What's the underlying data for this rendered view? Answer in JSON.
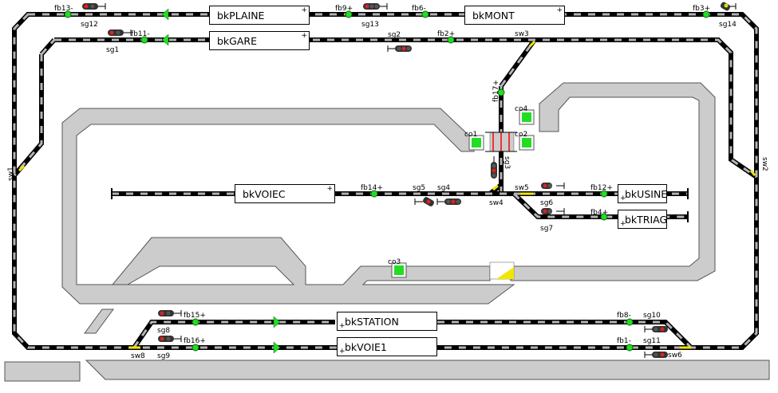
{
  "blocks": {
    "bkPLAINE": {
      "name": "bkPLAINE",
      "marker": "+"
    },
    "bkMONT": {
      "name": "bkMONT",
      "marker": "+"
    },
    "bkGARE": {
      "name": "bkGARE",
      "marker": "+"
    },
    "bkVOIEC": {
      "name": "bkVOIEC",
      "marker": "+"
    },
    "bkUSINE": {
      "name": "bkUSINE",
      "marker": "+"
    },
    "bkTRIAG": {
      "name": "bkTRIAG",
      "marker": "+"
    },
    "bkSTATION": {
      "name": "bkSTATION",
      "marker": "+"
    },
    "bkVOIE1": {
      "name": "bkVOIE1",
      "marker": "+"
    }
  },
  "feedback": {
    "fb13": "fb13-",
    "fb9": "fb9+",
    "fb6": "fb6-",
    "fb3": "fb3+",
    "fb11": "fb11-",
    "fb2": "fb2+",
    "fb17": "fb17+",
    "fb14": "fb14+",
    "fb12": "fb12+",
    "fb4": "fb4+",
    "fb15": "fb15+",
    "fb16": "fb16+",
    "fb8": "fb8-",
    "fb1": "fb1-"
  },
  "signals": {
    "sg12": "sg12",
    "sg13": "sg13",
    "sg14": "sg14",
    "sg1": "sg1",
    "sg2": "sg2",
    "sg3": "sg3",
    "sg4": "sg4",
    "sg5": "sg5",
    "sg6": "sg6",
    "sg7": "sg7",
    "sg8": "sg8",
    "sg9": "sg9",
    "sg10": "sg10",
    "sg11": "sg11"
  },
  "switches": {
    "sw1": "sw1",
    "sw2": "sw2",
    "sw3": "sw3",
    "sw4": "sw4",
    "sw5": "sw5",
    "sw6": "sw6",
    "sw8": "sw8"
  },
  "crossings": {
    "co1": "co1",
    "co2": "co2",
    "co3": "co3",
    "co4": "co4"
  },
  "colors": {
    "track_black": "#000000",
    "track_gray": "#b4b4b4",
    "wall": "#cccccc",
    "wall_edge": "#555555",
    "sensor": "#22dd22",
    "selected": "#f2e600"
  }
}
